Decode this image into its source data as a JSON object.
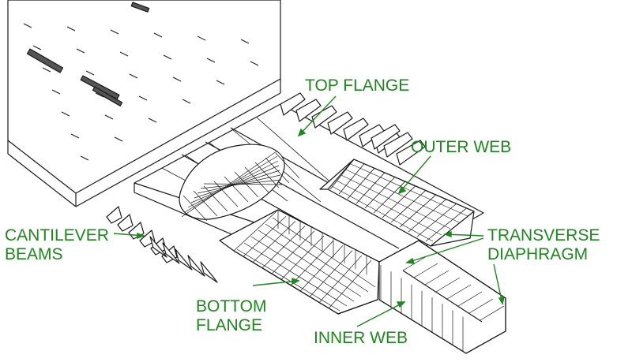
{
  "colors": {
    "label": "#1a8a1a",
    "line": "#1a1a1a",
    "background": "#ffffff"
  },
  "labels": {
    "top_flange": "TOP FLANGE",
    "outer_web": "OUTER WEB",
    "transverse_line1": "TRANSVERSE",
    "transverse_line2": "DIAPHRAGM",
    "cantilever_line1": "CANTILEVER",
    "cantilever_line2": "BEAMS",
    "bottom_line1": "BOTTOM",
    "bottom_line2": "FLANGE",
    "inner_web": "INNER WEB"
  }
}
